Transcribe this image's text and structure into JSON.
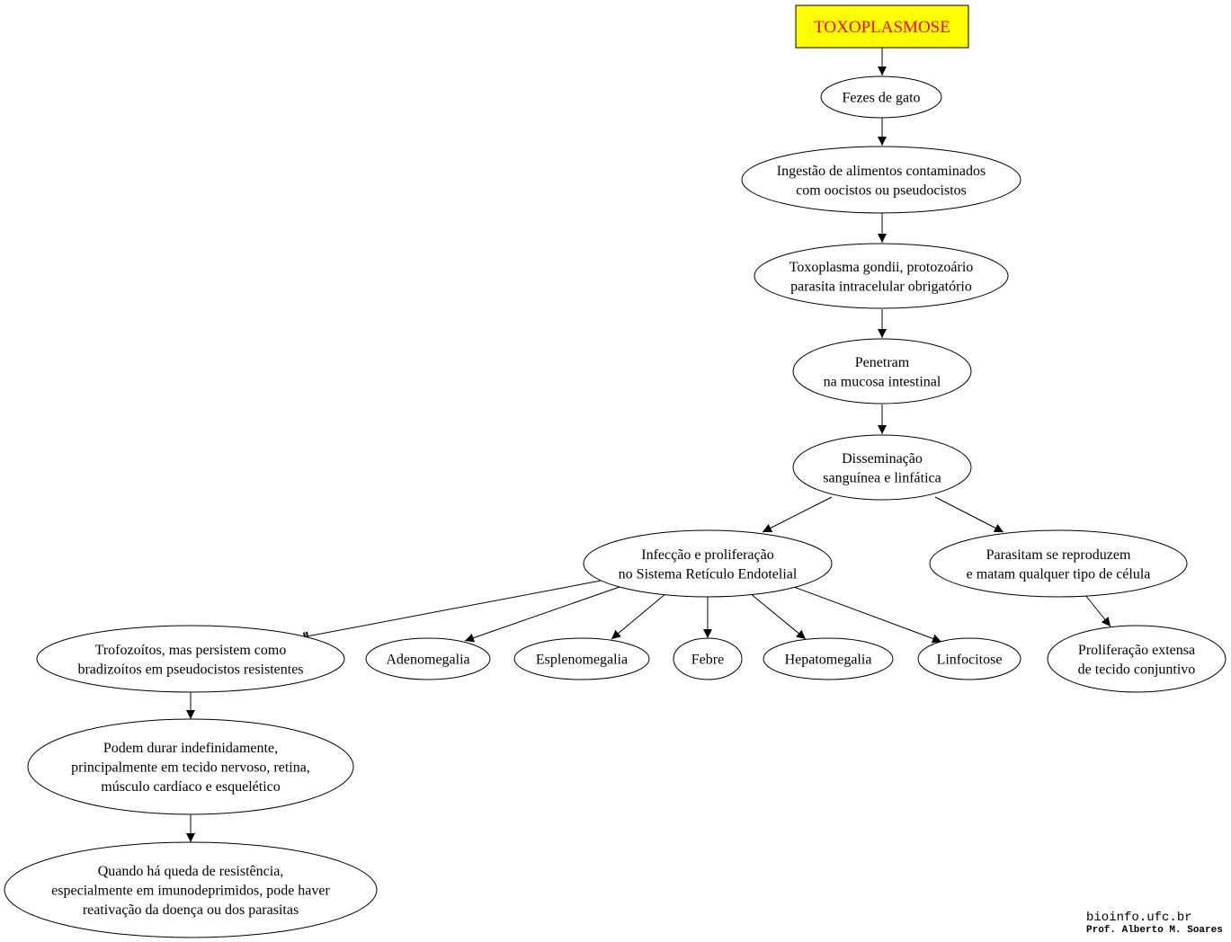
{
  "title": {
    "label": "TOXOPLASMOSE",
    "fill": "#ffff00",
    "text_color": "#ff0000"
  },
  "nodes": {
    "fezes": [
      "Fezes de gato"
    ],
    "ingestao": [
      "Ingestão de alimentos contaminados",
      "com oocistos ou pseudocistos"
    ],
    "toxoplasma": [
      "Toxoplasma gondii, protozoário",
      "parasita intracelular obrigatório"
    ],
    "penetram": [
      "Penetram",
      "na mucosa intestinal"
    ],
    "disseminacao": [
      "Disseminação",
      "sanguínea e linfática"
    ],
    "infeccao": [
      "Infecção e proliferação",
      "no Sistema Retículo Endotelial"
    ],
    "parasitam": [
      "Parasitam se reproduzem",
      "e matam qualquer tipo de célula"
    ],
    "trofozoitos": [
      "Trofozoítos, mas persistem como",
      "bradizoítos em pseudocistos resistentes"
    ],
    "adenomegalia": [
      "Adenomegalia"
    ],
    "esplenomegalia": [
      "Esplenomegalia"
    ],
    "febre": [
      "Febre"
    ],
    "hepatomegalia": [
      "Hepatomegalia"
    ],
    "linfocitose": [
      "Linfocitose"
    ],
    "proliferacao": [
      "Proliferação extensa",
      "de tecido conjuntivo"
    ],
    "podem": [
      "Podem durar indefinidamente,",
      "principalmente em tecido nervoso, retina,",
      "músculo cardíaco e esquelético"
    ],
    "quando": [
      "Quando há queda de resistência,",
      "especialmente em imunodeprimidos, pode haver",
      "reativação da doença ou dos parasitas"
    ]
  },
  "edges": [
    {
      "from": "title",
      "to": "fezes"
    },
    {
      "from": "fezes",
      "to": "ingestao"
    },
    {
      "from": "ingestao",
      "to": "toxoplasma"
    },
    {
      "from": "toxoplasma",
      "to": "penetram"
    },
    {
      "from": "penetram",
      "to": "disseminacao"
    },
    {
      "from": "disseminacao",
      "to": "infeccao"
    },
    {
      "from": "disseminacao",
      "to": "parasitam"
    },
    {
      "from": "infeccao",
      "to": "trofozoitos",
      "arrowhead": "tee"
    },
    {
      "from": "infeccao",
      "to": "adenomegalia"
    },
    {
      "from": "infeccao",
      "to": "esplenomegalia"
    },
    {
      "from": "infeccao",
      "to": "febre"
    },
    {
      "from": "infeccao",
      "to": "hepatomegalia"
    },
    {
      "from": "infeccao",
      "to": "linfocitose"
    },
    {
      "from": "parasitam",
      "to": "proliferacao"
    },
    {
      "from": "trofozoitos",
      "to": "podem"
    },
    {
      "from": "podem",
      "to": "quando"
    }
  ],
  "credits": {
    "site": "bioinfo.ufc.br",
    "author": "Prof. Alberto M. Soares"
  }
}
